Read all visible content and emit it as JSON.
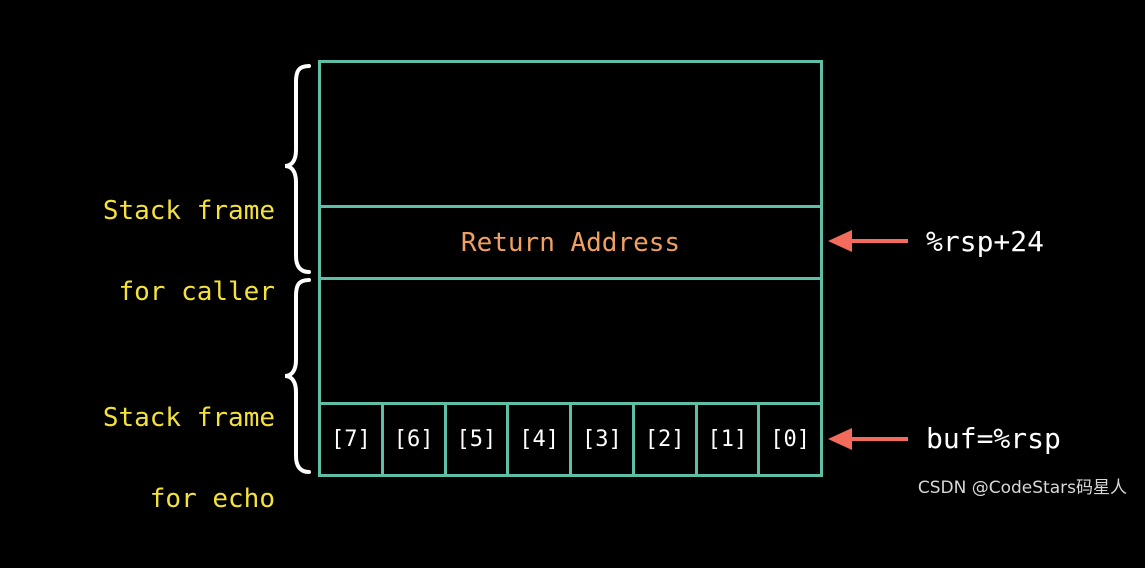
{
  "frames": {
    "caller": {
      "line1": "Stack frame",
      "line2": "for caller"
    },
    "echo": {
      "line1": "Stack frame",
      "line2": "for echo"
    }
  },
  "stack": {
    "return_address": "Return Address",
    "buffer_cells": [
      "[7]",
      "[6]",
      "[5]",
      "[4]",
      "[3]",
      "[2]",
      "[1]",
      "[0]"
    ]
  },
  "pointers": {
    "return": "%rsp+24",
    "buf": "buf=%rsp"
  },
  "watermark": "CSDN @CodeStars码星人",
  "colors": {
    "background": "#000000",
    "frame_label": "#f4e23a",
    "stack_border": "#5fbfa6",
    "return_text": "#f0a060",
    "arrow": "#f26b5b",
    "text": "#ffffff"
  }
}
